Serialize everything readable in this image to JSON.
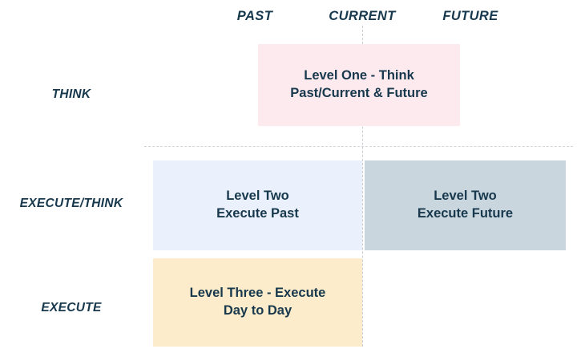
{
  "diagram": {
    "title_colors": {
      "text_navy": "#17384d",
      "level_one_fill": "#fdeaee",
      "level_two_past_fill": "#eaf1fc",
      "level_two_future_fill": "#c9d6dd",
      "level_three_fill": "#fdeccb",
      "divider_grey": "#c8cdd2"
    },
    "columns": [
      {
        "key": "past",
        "label": "PAST"
      },
      {
        "key": "current",
        "label": "CURRENT"
      },
      {
        "key": "future",
        "label": "FUTURE"
      }
    ],
    "rows": [
      {
        "key": "think",
        "label": "THINK"
      },
      {
        "key": "execute_think",
        "label": "EXECUTE/THINK"
      },
      {
        "key": "execute",
        "label": "EXECUTE"
      }
    ],
    "boxes": [
      {
        "key": "level_one",
        "text": "Level One - Think\nPast/Current & Future",
        "row": "THINK",
        "spans_columns": "PAST to FUTURE"
      },
      {
        "key": "level_two_past",
        "text": "Level Two\nExecute Past",
        "row": "EXECUTE/THINK",
        "spans_columns": "PAST to CURRENT"
      },
      {
        "key": "level_two_future",
        "text": "Level Two\nExecute Future",
        "row": "EXECUTE/THINK",
        "spans_columns": "CURRENT to FUTURE"
      },
      {
        "key": "level_three",
        "text": "Level Three - Execute\nDay to Day",
        "row": "EXECUTE",
        "spans_columns": "PAST to CURRENT"
      }
    ]
  }
}
